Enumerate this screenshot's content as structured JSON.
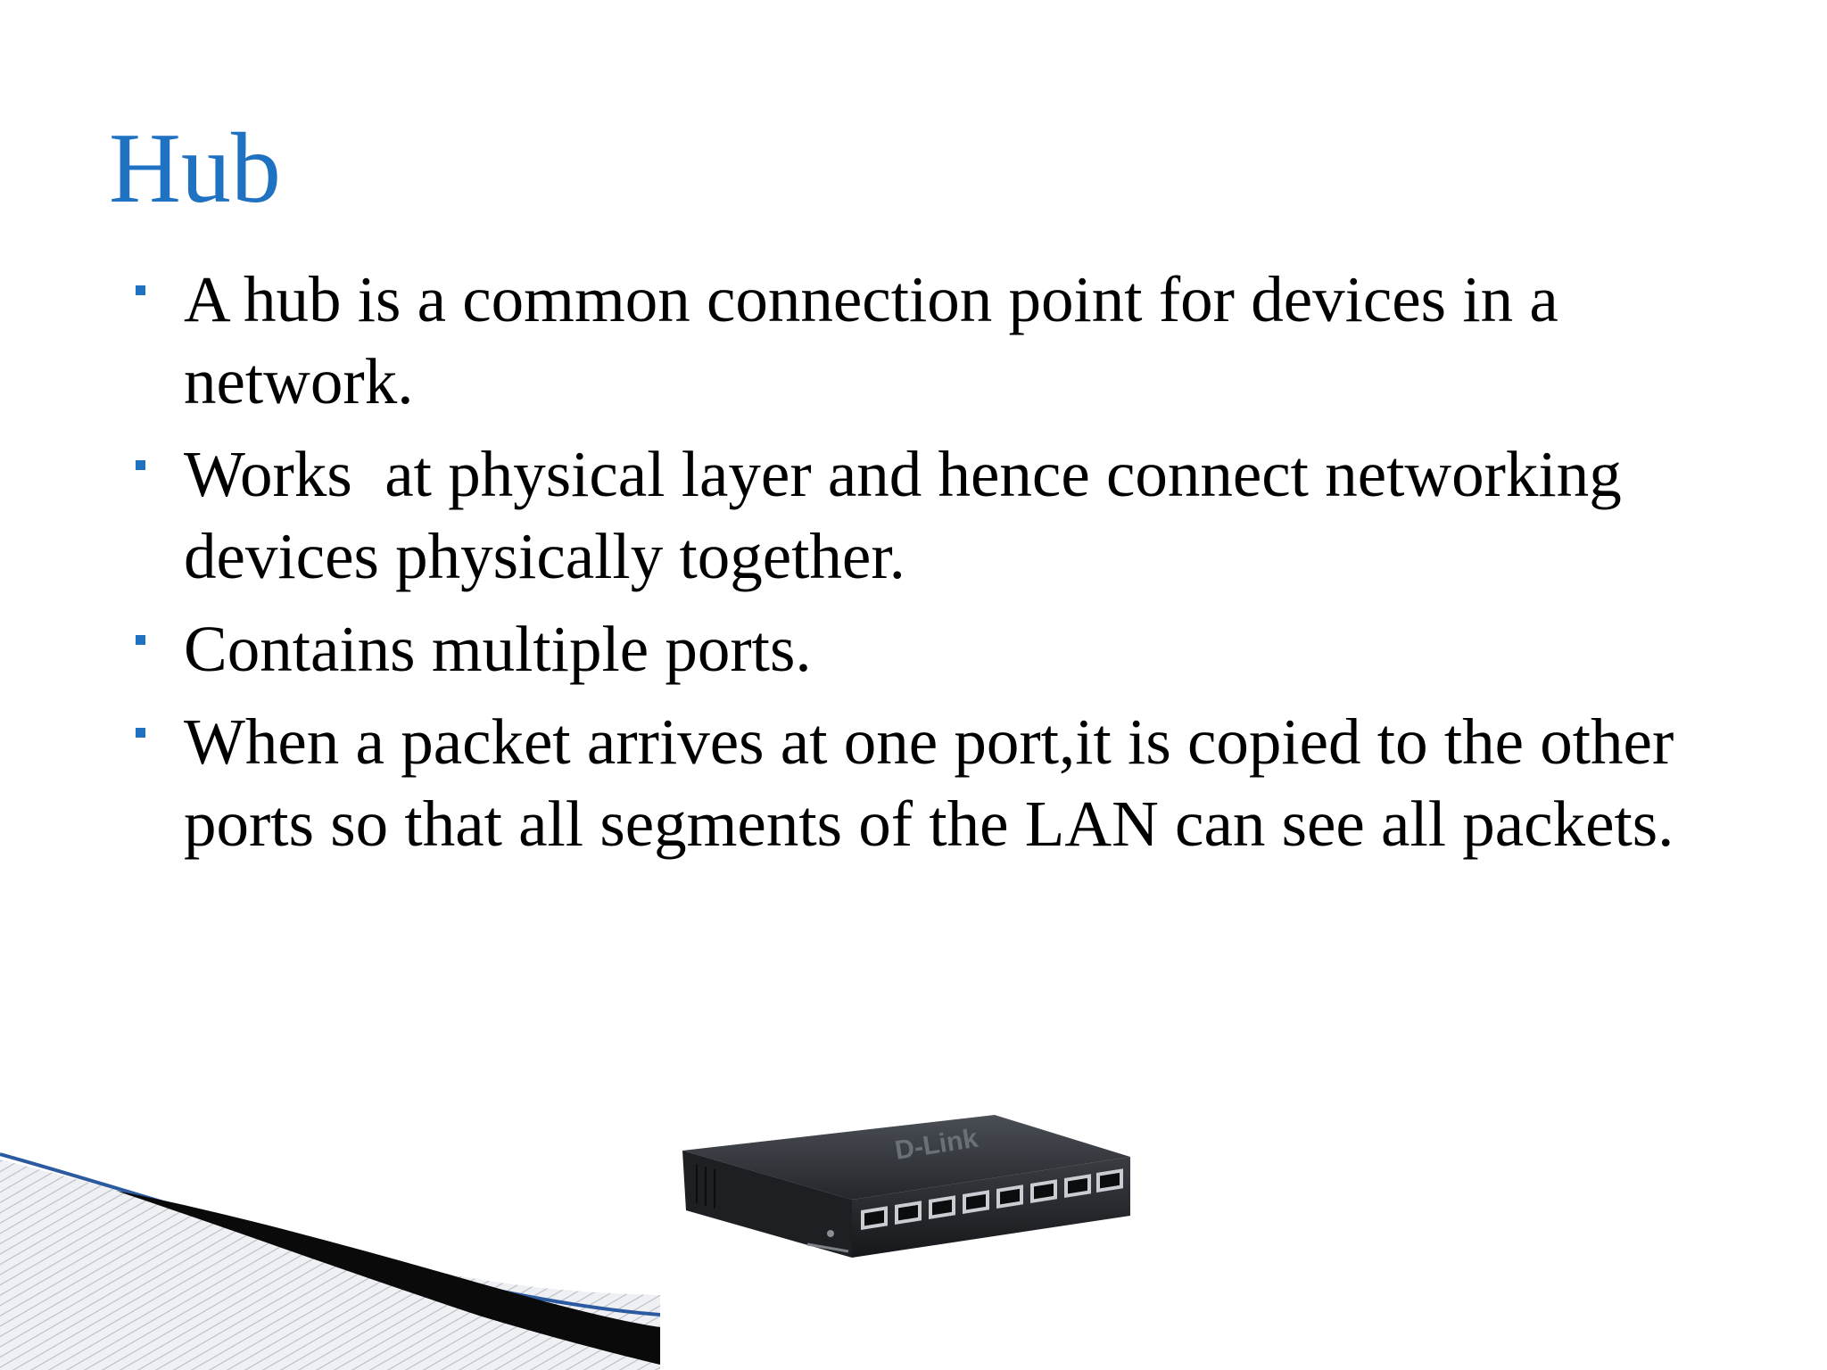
{
  "slide": {
    "title": "Hub",
    "bullets": [
      "A hub is a common connection point for devices in a network.",
      "Works  at physical layer and hence connect networking devices physically together.",
      "Contains multiple ports.",
      "When a packet arrives at one port,it is copied to the other ports so that all segments of the LAN can see all packets."
    ]
  },
  "image": {
    "brand_text": "D-Link"
  },
  "colors": {
    "title": "#1f72c2",
    "bullet_marker": "#1f72c2",
    "body_text": "#000000",
    "device_body": "#2e3136",
    "corner_stripe": "#c8ccd2"
  }
}
